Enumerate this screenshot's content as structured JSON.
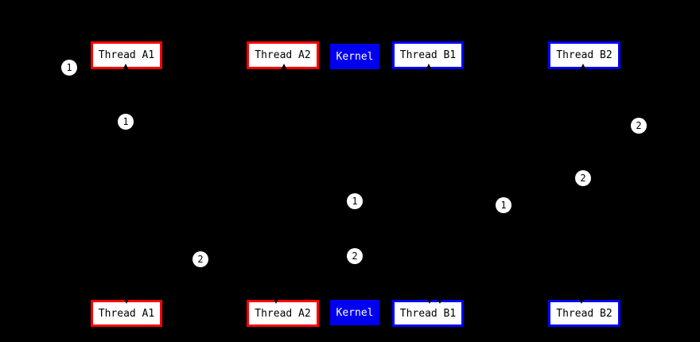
{
  "diagram": {
    "colors": {
      "background": "#000000",
      "thread_a_border": "#ff0000",
      "thread_b_border": "#0000ff",
      "kernel_fill": "#0000ee",
      "node_fill": "#ffffff",
      "node_text": "#000000",
      "kernel_text": "#ffffff",
      "badge_fill": "#ffffff",
      "badge_text": "#000000"
    },
    "top_row": {
      "thread_a1": "Thread A1",
      "thread_a2": "Thread A2",
      "kernel": "Kernel",
      "thread_b1": "Thread B1",
      "thread_b2": "Thread B2"
    },
    "bottom_row": {
      "thread_a1": "Thread A1",
      "thread_a2": "Thread A2",
      "kernel": "Kernel",
      "thread_b1": "Thread B1",
      "thread_b2": "Thread B2"
    },
    "badges": [
      {
        "label": "1"
      },
      {
        "label": "1"
      },
      {
        "label": "2"
      },
      {
        "label": "2"
      },
      {
        "label": "1"
      },
      {
        "label": "1"
      },
      {
        "label": "2"
      },
      {
        "label": "2"
      }
    ]
  }
}
